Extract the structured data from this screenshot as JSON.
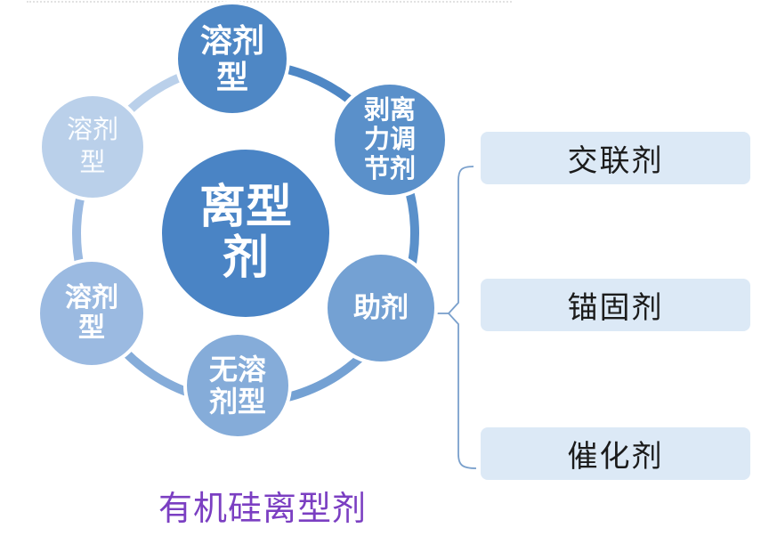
{
  "diagram": {
    "center_node": {
      "lines": [
        "离型",
        "剂"
      ],
      "color": "#4a84c5"
    },
    "cycle_nodes": [
      {
        "name": "solvent-type-top",
        "lines": [
          "溶剂",
          "型"
        ],
        "color": "#4e87c5"
      },
      {
        "name": "peel-force-regulator",
        "lines": [
          "剥离",
          "力调",
          "节剂"
        ],
        "color": "#5a90ca"
      },
      {
        "name": "auxiliary-agent",
        "lines": [
          "助剂"
        ],
        "color": "#74a1d3"
      },
      {
        "name": "solvent-free-type",
        "lines": [
          "无溶",
          "剂型"
        ],
        "color": "#85acd9"
      },
      {
        "name": "solvent-type-left",
        "lines": [
          "溶剂",
          "型"
        ],
        "color": "#9bbae1"
      },
      {
        "name": "solvent-type-upper-left",
        "lines": [
          "溶剂",
          "型"
        ],
        "color": "#bad0ea"
      }
    ],
    "branch_boxes": [
      {
        "label": "交联剂"
      },
      {
        "label": "锚固剂"
      },
      {
        "label": "催化剂"
      }
    ],
    "branch_box_color": "#dce9f6",
    "caption": {
      "text": "有机硅离型剂",
      "color": "#7b3fc2"
    }
  }
}
